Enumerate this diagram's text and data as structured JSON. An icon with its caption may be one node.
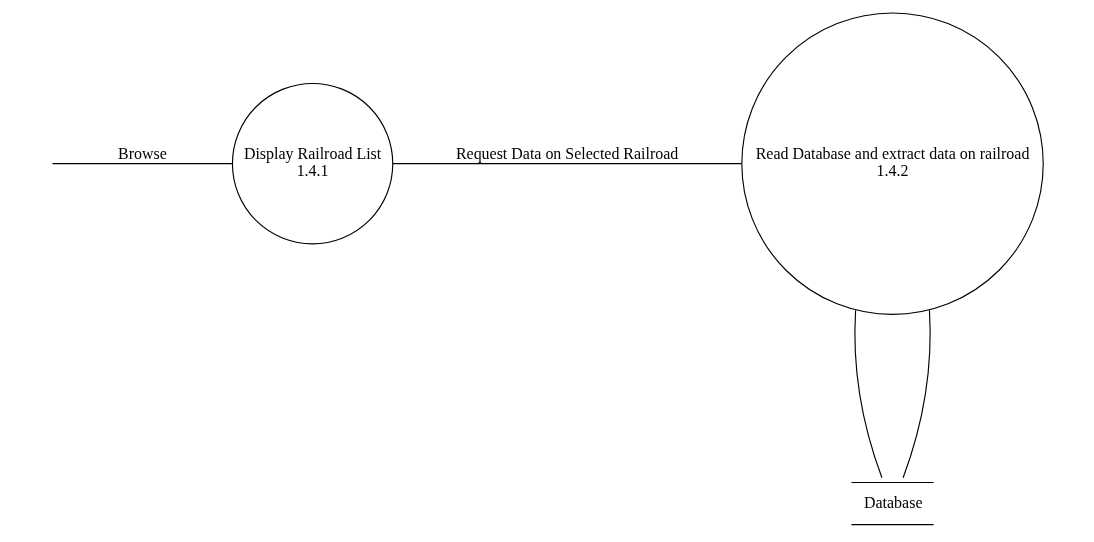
{
  "diagram": {
    "nodes": [
      {
        "text": [
          "Display Railroad List",
          "1.4.1"
        ]
      },
      {
        "text": [
          "Read Database and extract data on railroad",
          "1.4.2"
        ]
      },
      {
        "text": [
          "Database"
        ]
      }
    ],
    "edges": [
      {
        "from": null,
        "to": 0,
        "arrow": "none",
        "label": "Browse"
      },
      {
        "from": 0,
        "to": 1,
        "arrow": "none",
        "label": "Request Data on Selected Railroad"
      },
      {
        "from": 1,
        "to": 2,
        "arrow": "none"
      },
      {
        "from": 1,
        "to": 2,
        "arrow": "none"
      }
    ]
  }
}
